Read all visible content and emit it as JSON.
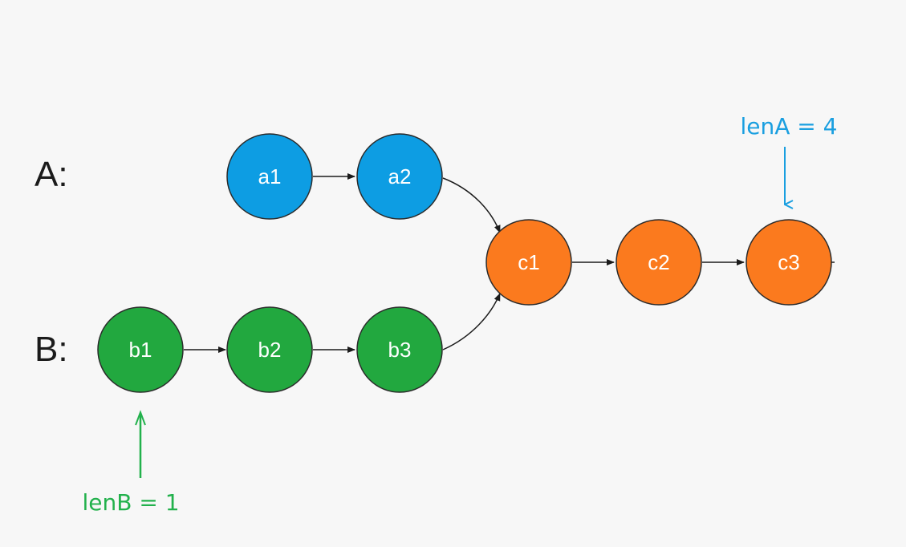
{
  "colors": {
    "background": "#f7f7f7",
    "list_a": "#0d9de3",
    "list_b": "#22a83f",
    "shared": "#fb7a1e",
    "node_border": "#2b2b2b",
    "edge": "#1b1b1b",
    "note_a": "#1a9fe0",
    "note_b": "#22b14c"
  },
  "rows": {
    "a": "A:",
    "b": "B:"
  },
  "nodes": {
    "a1": "a1",
    "a2": "a2",
    "b1": "b1",
    "b2": "b2",
    "b3": "b3",
    "c1": "c1",
    "c2": "c2",
    "c3": "c3"
  },
  "annotations": {
    "len_a": "lenA = 4",
    "len_b": "lenB = 1"
  }
}
